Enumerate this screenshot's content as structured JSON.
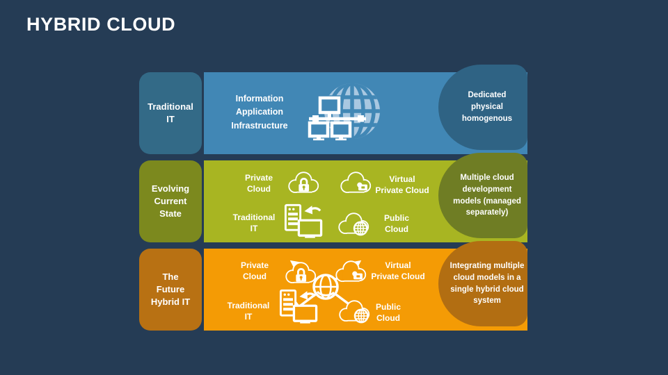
{
  "title": "HYBRID CLOUD",
  "colors": {
    "background": "#253c55",
    "text": "#ffffff",
    "globe_light_blue": "#a9c8e1"
  },
  "rows": [
    {
      "id": "traditional-it",
      "colors": {
        "bar": "#4187b5",
        "tab": "#336a87",
        "bubble": "#2f6384"
      },
      "tab_label": "Traditional\nIT",
      "center_text": "Information\nApplication\nInfrastructure",
      "icon": "globe-network-icon",
      "bubble_text": "Dedicated\nphysical\nhomogenous"
    },
    {
      "id": "evolving-current-state",
      "colors": {
        "bar": "#a8b522",
        "tab": "#7c891e",
        "bubble": "#6f7d24"
      },
      "tab_label": "Evolving\nCurrent\nState",
      "items": [
        {
          "label": "Private\nCloud",
          "icon": "private-cloud-lock-icon"
        },
        {
          "label": "Virtual\nPrivate Cloud",
          "icon": "virtual-private-cloud-icon"
        },
        {
          "label": "Traditional\nIT",
          "icon": "server-monitor-sync-icon"
        },
        {
          "label": "Public\nCloud",
          "icon": "public-cloud-globe-icon"
        }
      ],
      "bubble_text": "Multiple cloud\ndevelopment\nmodels (managed\nseparately)"
    },
    {
      "id": "the-future-hybrid-it",
      "colors": {
        "bar": "#f49b05",
        "tab": "#b87113",
        "bubble": "#b26e12"
      },
      "tab_label": "The\nFuture\nHybrid IT",
      "items": [
        {
          "label": "Private\nCloud",
          "icon": "private-cloud-lock-icon"
        },
        {
          "label": "Virtual\nPrivate Cloud",
          "icon": "virtual-private-cloud-icon"
        },
        {
          "label": "Traditional\nIT",
          "icon": "server-monitor-sync-icon"
        },
        {
          "label": "Public\nCloud",
          "icon": "public-cloud-globe-icon"
        }
      ],
      "hub_icon": "globe-hub-arrows-icon",
      "bubble_text": "Integrating multiple\ncloud models in a\nsingle hybrid cloud\nsystem"
    }
  ]
}
